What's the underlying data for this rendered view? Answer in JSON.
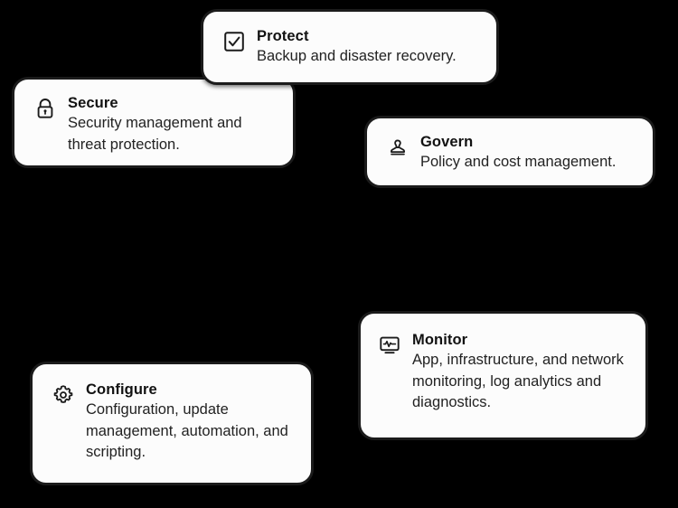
{
  "background_color": "#000000",
  "card_style": {
    "fill": "#fcfcfc",
    "border_color": "#1b1b1b",
    "title_color": "#121212",
    "description_color": "#222222"
  },
  "cards": [
    {
      "id": "protect",
      "icon": "checkbox-checked-icon",
      "title": "Protect",
      "description": "Backup and disaster recovery."
    },
    {
      "id": "secure",
      "icon": "lock-icon",
      "title": "Secure",
      "description": "Security management and threat protection."
    },
    {
      "id": "govern",
      "icon": "stamp-icon",
      "title": "Govern",
      "description": "Policy and cost management."
    },
    {
      "id": "monitor",
      "icon": "monitor-pulse-icon",
      "title": "Monitor",
      "description": "App, infrastructure, and network monitoring, log analytics and diagnostics."
    },
    {
      "id": "configure",
      "icon": "gear-icon",
      "title": "Configure",
      "description": "Configuration, update management, automation, and scripting."
    }
  ]
}
